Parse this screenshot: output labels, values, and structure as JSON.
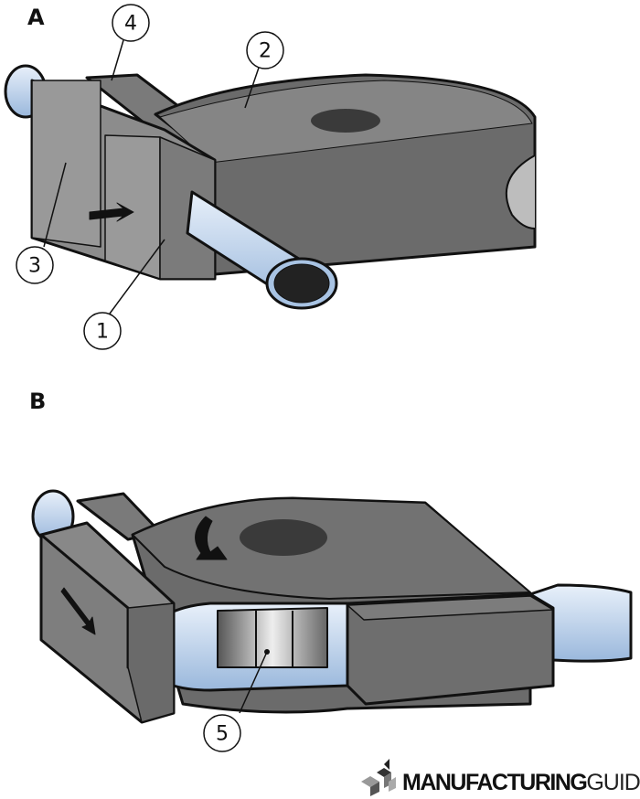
{
  "figure": {
    "panel_a_label": "A",
    "panel_b_label": "B",
    "callouts": [
      "1",
      "2",
      "3",
      "4",
      "5"
    ],
    "colors": {
      "metal": "#6f6f6f",
      "metal_light": "#8a8a8a",
      "tube": "#c6d8ee",
      "outline": "#111111"
    }
  },
  "logo": {
    "bold": "MANUFACTURING",
    "light": "GUIDE"
  }
}
